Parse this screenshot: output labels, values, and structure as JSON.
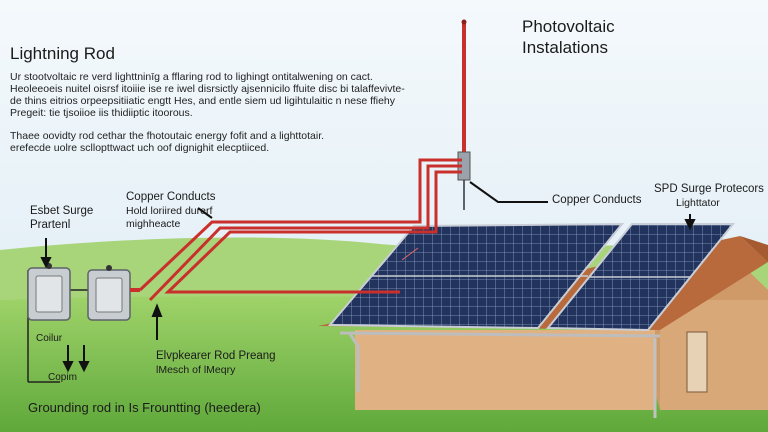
{
  "title_left": "Lightning Rod",
  "title_right_line1": "Photovoltaic",
  "title_right_line2": "Instalations",
  "para1": [
    "Ur stootvoltaic re verd lighttninīg a fflaring rod to lighingt ontitalwening on cact.",
    "Heoleeoeis nuitel oisrsf itoiiie ise re iwel disrsictly ajsennicilo ffuite disc bi talaffevivte-",
    "de thins eitrios orpeepsitiiatic engtt Hes, and entle siem ud ligihtulaitic n nese ffiehy",
    "Pregeit: tie tjsoiioe iis thidiiptic itoorous."
  ],
  "para2": [
    "Thaee oovidty rod cethar the fhotoutaic energy fofit and a lighttotair.",
    "erefecde uolre scllopttwact uch oof dignighit elecptiiced."
  ],
  "labels": {
    "surge_left_line1": "Esbet Surge",
    "surge_left_line2": "Prartenl",
    "copper_left": "Copper Conducts",
    "hold_line1": "Hold loriired durerf",
    "hold_line2": "mighheacte",
    "copper_right": "Copper Conducts",
    "spd_line1": "SPD Surge Protecors",
    "spd_line2": "Lighttator",
    "box_caption": "Coilur",
    "copim": "Copim",
    "elevator_line1": "Elvpkearer Rod Preang",
    "elevator_line2": "lMesch of lMeqry",
    "grounding": "Grounding rod in Is Frountting (heedera)"
  },
  "colors": {
    "sky": "#e6f1f8",
    "grass": "#7bbf4a",
    "rod": "#c9302c",
    "wall": "#d9a878",
    "roof": "#b86a3c",
    "panel": "#1f2f55"
  }
}
